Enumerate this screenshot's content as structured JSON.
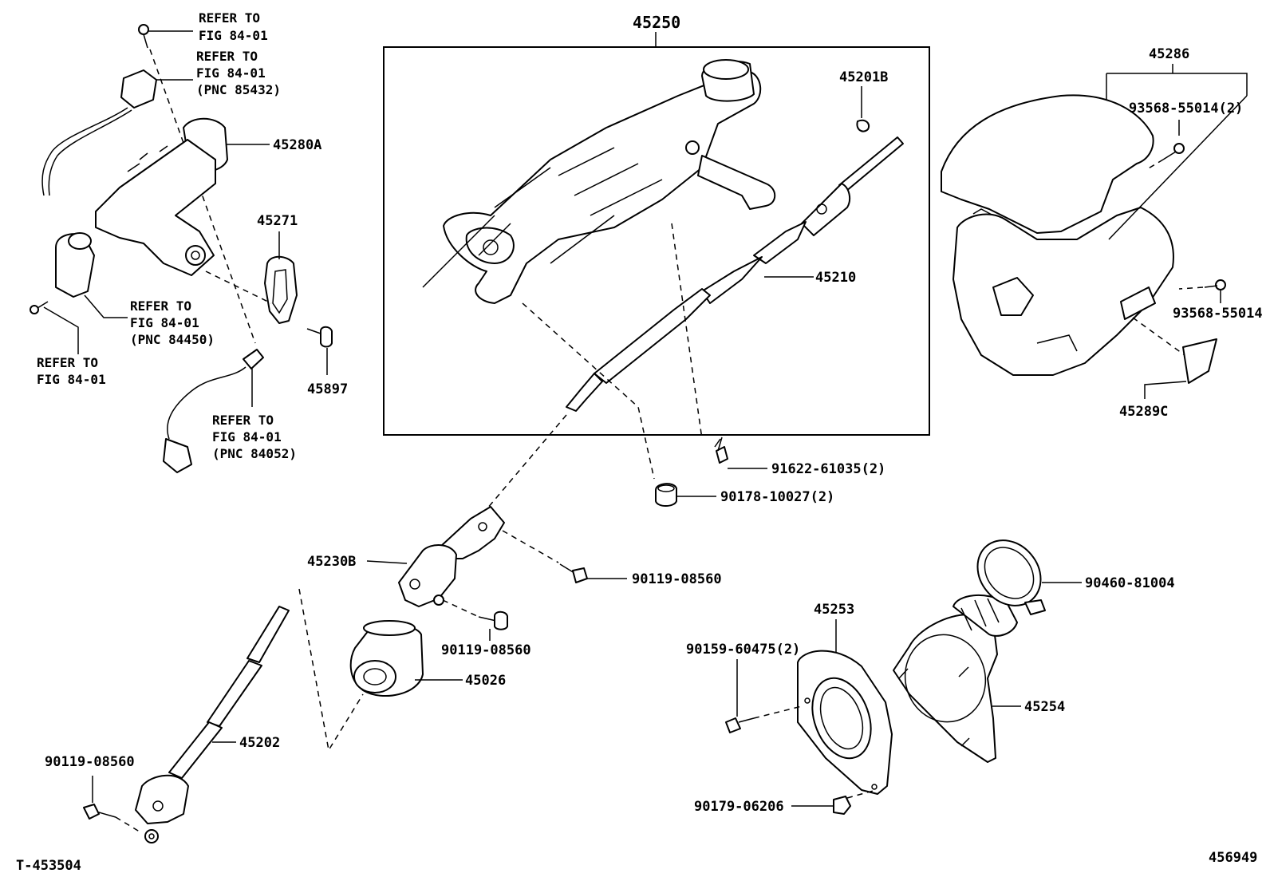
{
  "labels": {
    "ref_fig_top": [
      "REFER TO",
      "FIG 84-01"
    ],
    "ref_fig_85432": [
      "REFER TO",
      "FIG 84-01",
      "(PNC 85432)"
    ],
    "part_45280A": "45280A",
    "part_45271": "45271",
    "ref_fig_84450": [
      "REFER TO",
      "FIG 84-01",
      "(PNC 84450)"
    ],
    "ref_fig_left": [
      "REFER TO",
      "FIG 84-01"
    ],
    "part_45897": "45897",
    "ref_fig_84052": [
      "REFER TO",
      "FIG 84-01",
      "(PNC 84052)"
    ],
    "part_45250": "45250",
    "part_45201B": "45201B",
    "part_45210": "45210",
    "part_45286": "45286",
    "part_93568_55014_2": "93568-55014(2)",
    "part_93568_55014": "93568-55014",
    "part_45289C": "45289C",
    "part_91622_61035_2": "91622-61035(2)",
    "part_90178_10027_2": "90178-10027(2)",
    "part_45230B": "45230B",
    "part_90119_08560_a": "90119-08560",
    "part_90119_08560_b": "90119-08560",
    "part_45026": "45026",
    "part_45202": "45202",
    "part_90119_08560_c": "90119-08560",
    "part_45253": "45253",
    "part_90159_60475_2": "90159-60475(2)",
    "part_90460_81004": "90460-81004",
    "part_45254": "45254",
    "part_90179_06206": "90179-06206",
    "footer_left": "T-453504",
    "footer_right": "456949"
  }
}
